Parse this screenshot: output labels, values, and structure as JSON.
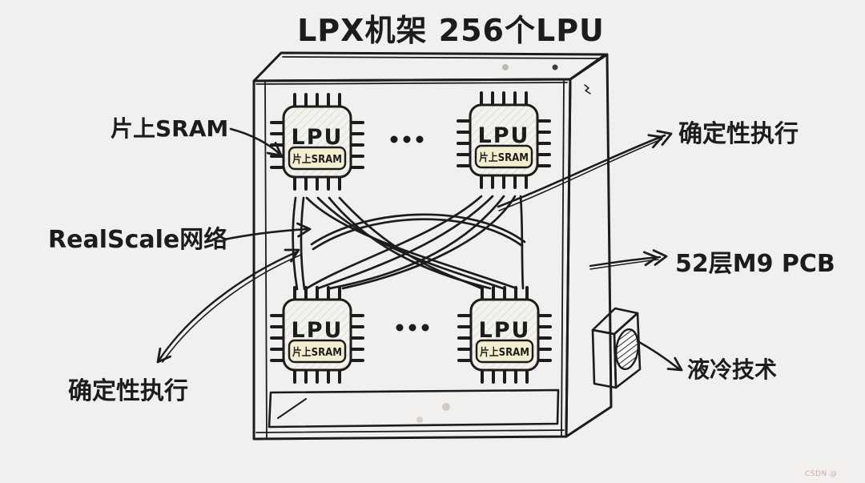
{
  "title": "LPX机架 256个LPU",
  "rack": {
    "chip_label": "LPU",
    "chip_badge": "片上SRAM",
    "ellipsis": "...",
    "visible_chip_count": 4
  },
  "annotations": {
    "onchip_sram": "片上SRAM",
    "realscale_network": "RealScale网络",
    "deterministic_exec_left": "确定性执行",
    "deterministic_exec_right": "确定性执行",
    "pcb_layers": "52层M9 PCB",
    "liquid_cooling": "液冷技术"
  },
  "watermark": "CSDN @",
  "colors": {
    "ink": "#1c1c1c",
    "background": "#f2f0ee",
    "chip_fill": "#f3f2ed",
    "sram_badge_fill": "#f3eed0",
    "cooling_face_blue": "#d2e3ea",
    "side_hatch": "#d6d3cc"
  }
}
